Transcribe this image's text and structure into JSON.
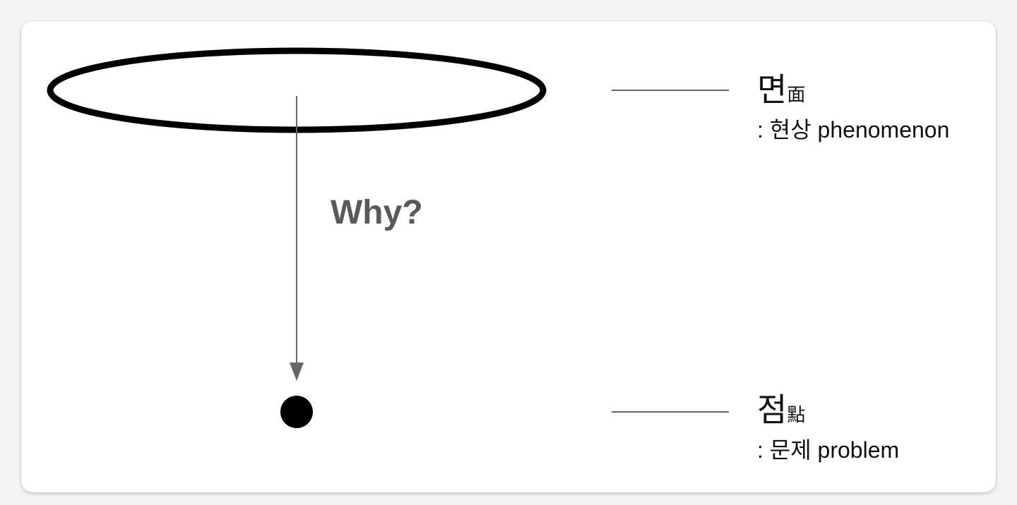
{
  "question_label": "Why?",
  "surface": {
    "hangul": "면",
    "hanja": "面",
    "description": ": 현상 phenomenon"
  },
  "point": {
    "hangul": "점",
    "hanja": "點",
    "description": ": 문제 problem"
  },
  "colors": {
    "ellipse_stroke": "#000000",
    "arrow": "#666666",
    "connector": "#666666",
    "dot": "#000000",
    "why_text": "#595959"
  }
}
